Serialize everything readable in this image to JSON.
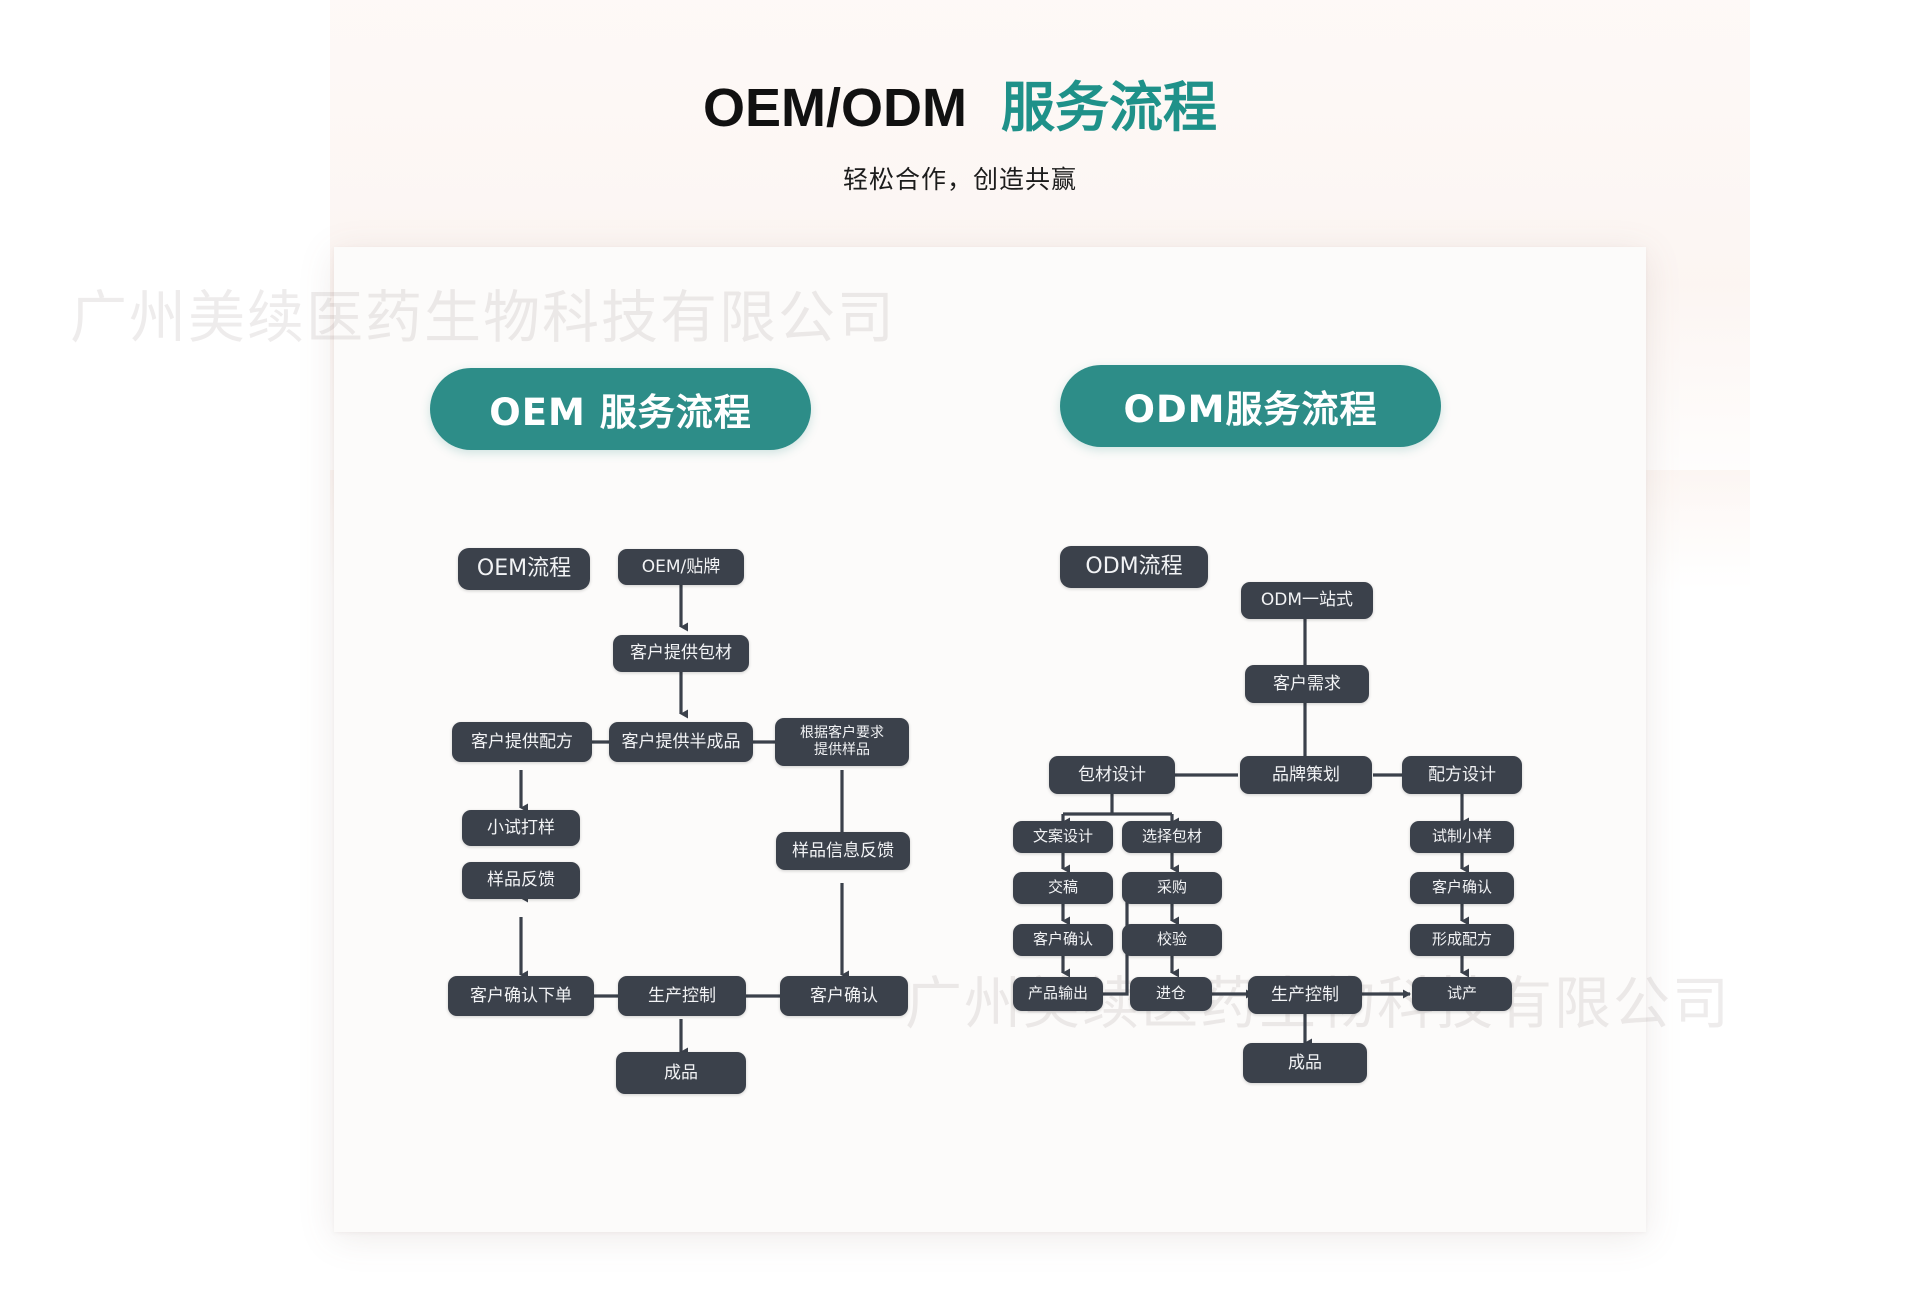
{
  "header": {
    "title_en": "OEM/ODM",
    "title_cn": "服务流程",
    "subtitle": "轻松合作，创造共赢"
  },
  "watermark": {
    "text": "广州美续医药生物科技有限公司"
  },
  "colors": {
    "accent_teal": "#2d8d88",
    "node_dark": "#3b414b",
    "title_black": "#111111",
    "card_bg": "#fcfbfa"
  },
  "sections": [
    {
      "id": "oem",
      "pill_label": "OEM 服务流程"
    },
    {
      "id": "odm",
      "pill_label": "ODM服务流程"
    }
  ],
  "oem_flow": {
    "header_label": "OEM流程",
    "nodes": {
      "start": "OEM/贴牌",
      "packaging": "客户提供包材",
      "formula": "客户提供配方",
      "semi": "客户提供半成品",
      "sample_req": "根据客户要求\n提供样品",
      "trial": "小试打样",
      "sample_fb": "样品反馈",
      "sample_info": "样品信息反馈",
      "order": "客户确认下单",
      "production": "生产控制",
      "confirm": "客户确认",
      "finished": "成品"
    }
  },
  "odm_flow": {
    "header_label": "ODM流程",
    "nodes": {
      "start": "ODM一站式",
      "demand": "客户需求",
      "pack_design": "包材设计",
      "brand_plan": "品牌策划",
      "formula_design": "配方设计",
      "copy_design": "文案设计",
      "select_pack": "选择包材",
      "trial_sample": "试制小样",
      "submit": "交稿",
      "purchase": "采购",
      "cust_confirm": "客户确认",
      "output": "产品输出",
      "inspect": "校验",
      "warehouse": "进仓",
      "form_formula": "形成配方",
      "production": "生产控制",
      "trial_prod": "试产",
      "finished": "成品"
    }
  },
  "diagram_data": {
    "type": "flowchart",
    "charts": [
      {
        "name": "OEM 服务流程",
        "edges": [
          [
            "OEM/贴牌",
            "客户提供包材"
          ],
          [
            "客户提供包材",
            "客户提供半成品"
          ],
          [
            "客户提供半成品",
            "客户提供配方"
          ],
          [
            "客户提供半成品",
            "根据客户要求提供样品"
          ],
          [
            "客户提供配方",
            "小试打样"
          ],
          [
            "小试打样",
            "样品反馈"
          ],
          [
            "样品反馈",
            "客户确认下单"
          ],
          [
            "根据客户要求提供样品",
            "样品信息反馈"
          ],
          [
            "样品信息反馈",
            "客户确认"
          ],
          [
            "客户确认下单",
            "生产控制"
          ],
          [
            "客户确认",
            "生产控制"
          ],
          [
            "生产控制",
            "成品"
          ]
        ]
      },
      {
        "name": "ODM 服务流程",
        "edges": [
          [
            "ODM一站式",
            "客户需求"
          ],
          [
            "客户需求",
            "品牌策划"
          ],
          [
            "品牌策划",
            "包材设计"
          ],
          [
            "品牌策划",
            "配方设计"
          ],
          [
            "包材设计",
            "文案设计"
          ],
          [
            "包材设计",
            "选择包材"
          ],
          [
            "文案设计",
            "交稿"
          ],
          [
            "交稿",
            "客户确认"
          ],
          [
            "客户确认",
            "产品输出"
          ],
          [
            "产品输出",
            "采购"
          ],
          [
            "选择包材",
            "采购"
          ],
          [
            "采购",
            "校验"
          ],
          [
            "校验",
            "进仓"
          ],
          [
            "进仓",
            "生产控制"
          ],
          [
            "配方设计",
            "试制小样"
          ],
          [
            "试制小样",
            "客户确认"
          ],
          [
            "客户确认",
            "形成配方"
          ],
          [
            "形成配方",
            "试产"
          ],
          [
            "试产",
            "生产控制"
          ],
          [
            "生产控制",
            "成品"
          ]
        ]
      }
    ]
  }
}
